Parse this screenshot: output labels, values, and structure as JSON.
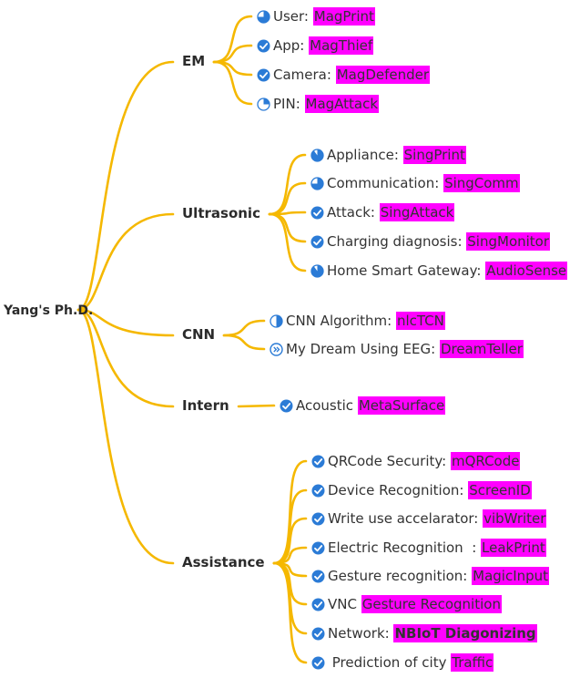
{
  "root": {
    "label": "Yang's Ph.D."
  },
  "colors": {
    "branch_line": "#f5b800",
    "highlight": "#ff00ff",
    "icon": "#2b7bd6"
  },
  "branches": [
    {
      "label": "EM",
      "items": [
        {
          "text": "User: ",
          "tag": "MagPrint",
          "icon": "progress-75-icon"
        },
        {
          "text": "App: ",
          "tag": "MagThief",
          "icon": "check-icon"
        },
        {
          "text": "Camera: ",
          "tag": "MagDefender",
          "icon": "check-icon"
        },
        {
          "text": "PIN: ",
          "tag": "MagAttack",
          "icon": "progress-25-icon"
        }
      ]
    },
    {
      "label": "Ultrasonic",
      "items": [
        {
          "text": "Appliance: ",
          "tag": "SingPrint",
          "icon": "progress-90-icon"
        },
        {
          "text": "Communication: ",
          "tag": "SingComm",
          "icon": "progress-75-icon"
        },
        {
          "text": "Attack: ",
          "tag": "SingAttack",
          "icon": "check-icon"
        },
        {
          "text": "Charging diagnosis: ",
          "tag": "SingMonitor",
          "icon": "check-icon"
        },
        {
          "text": "Home Smart Gateway: ",
          "tag": "AudioSense",
          "icon": "progress-90-icon"
        }
      ]
    },
    {
      "label": "CNN",
      "items": [
        {
          "text": "CNN Algorithm: ",
          "tag": "nlcTCN",
          "icon": "progress-50-icon"
        },
        {
          "text": "My Dream Using EEG: ",
          "tag": "DreamTeller",
          "icon": "next-icon"
        }
      ]
    },
    {
      "label": "Intern",
      "items": [
        {
          "text": "Acoustic ",
          "tag": "MetaSurface",
          "icon": "check-icon"
        }
      ]
    },
    {
      "label": "Assistance",
      "items": [
        {
          "text": "QRCode Security: ",
          "tag": "mQRCode",
          "icon": "check-icon"
        },
        {
          "text": "Device Recognition: ",
          "tag": "ScreenID",
          "icon": "check-icon"
        },
        {
          "text": "Write use accelarator: ",
          "tag": "vibWriter",
          "icon": "check-icon"
        },
        {
          "text": "Electric Recognition  : ",
          "tag": "LeakPrint",
          "icon": "check-icon"
        },
        {
          "text": "Gesture recognition: ",
          "tag": "MagicInput",
          "icon": "check-icon"
        },
        {
          "text": "VNC ",
          "tag": "Gesture Recognition",
          "icon": "check-icon"
        },
        {
          "text": "Network: ",
          "tag": "NBIoT Diagonizing",
          "icon": "check-icon",
          "bold": true
        },
        {
          "text": " Prediction of city ",
          "tag": "Traffic",
          "icon": "check-icon"
        }
      ]
    }
  ]
}
